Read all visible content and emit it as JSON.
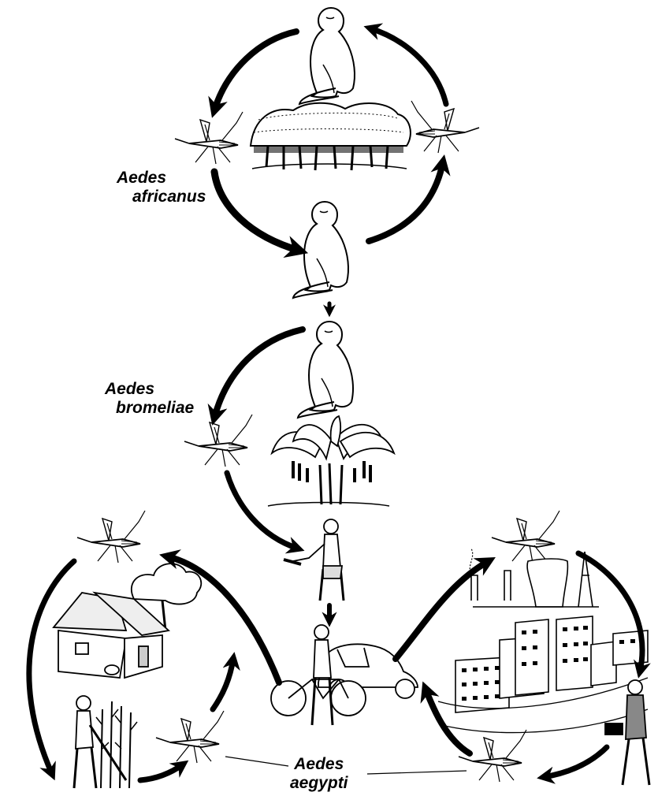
{
  "diagram": {
    "labels": {
      "sylvatic_vector": {
        "line1": "Aedes",
        "line2": "africanus"
      },
      "intermediate_vector": {
        "line1": "Aedes",
        "line2": "bromeliae"
      },
      "urban_vector": {
        "line1": "Aedes",
        "line2": "aegypti"
      }
    },
    "colors": {
      "ink": "#000000",
      "paper": "#ffffff"
    },
    "illustrations": [
      "monkey-icon",
      "forest-icon",
      "mosquito-icon",
      "banana-plant-icon",
      "man-with-machete-icon",
      "man-with-bicycle-and-car-icon",
      "village-hut-icon",
      "farmer-in-crops-icon",
      "city-icon",
      "businessman-icon"
    ]
  }
}
